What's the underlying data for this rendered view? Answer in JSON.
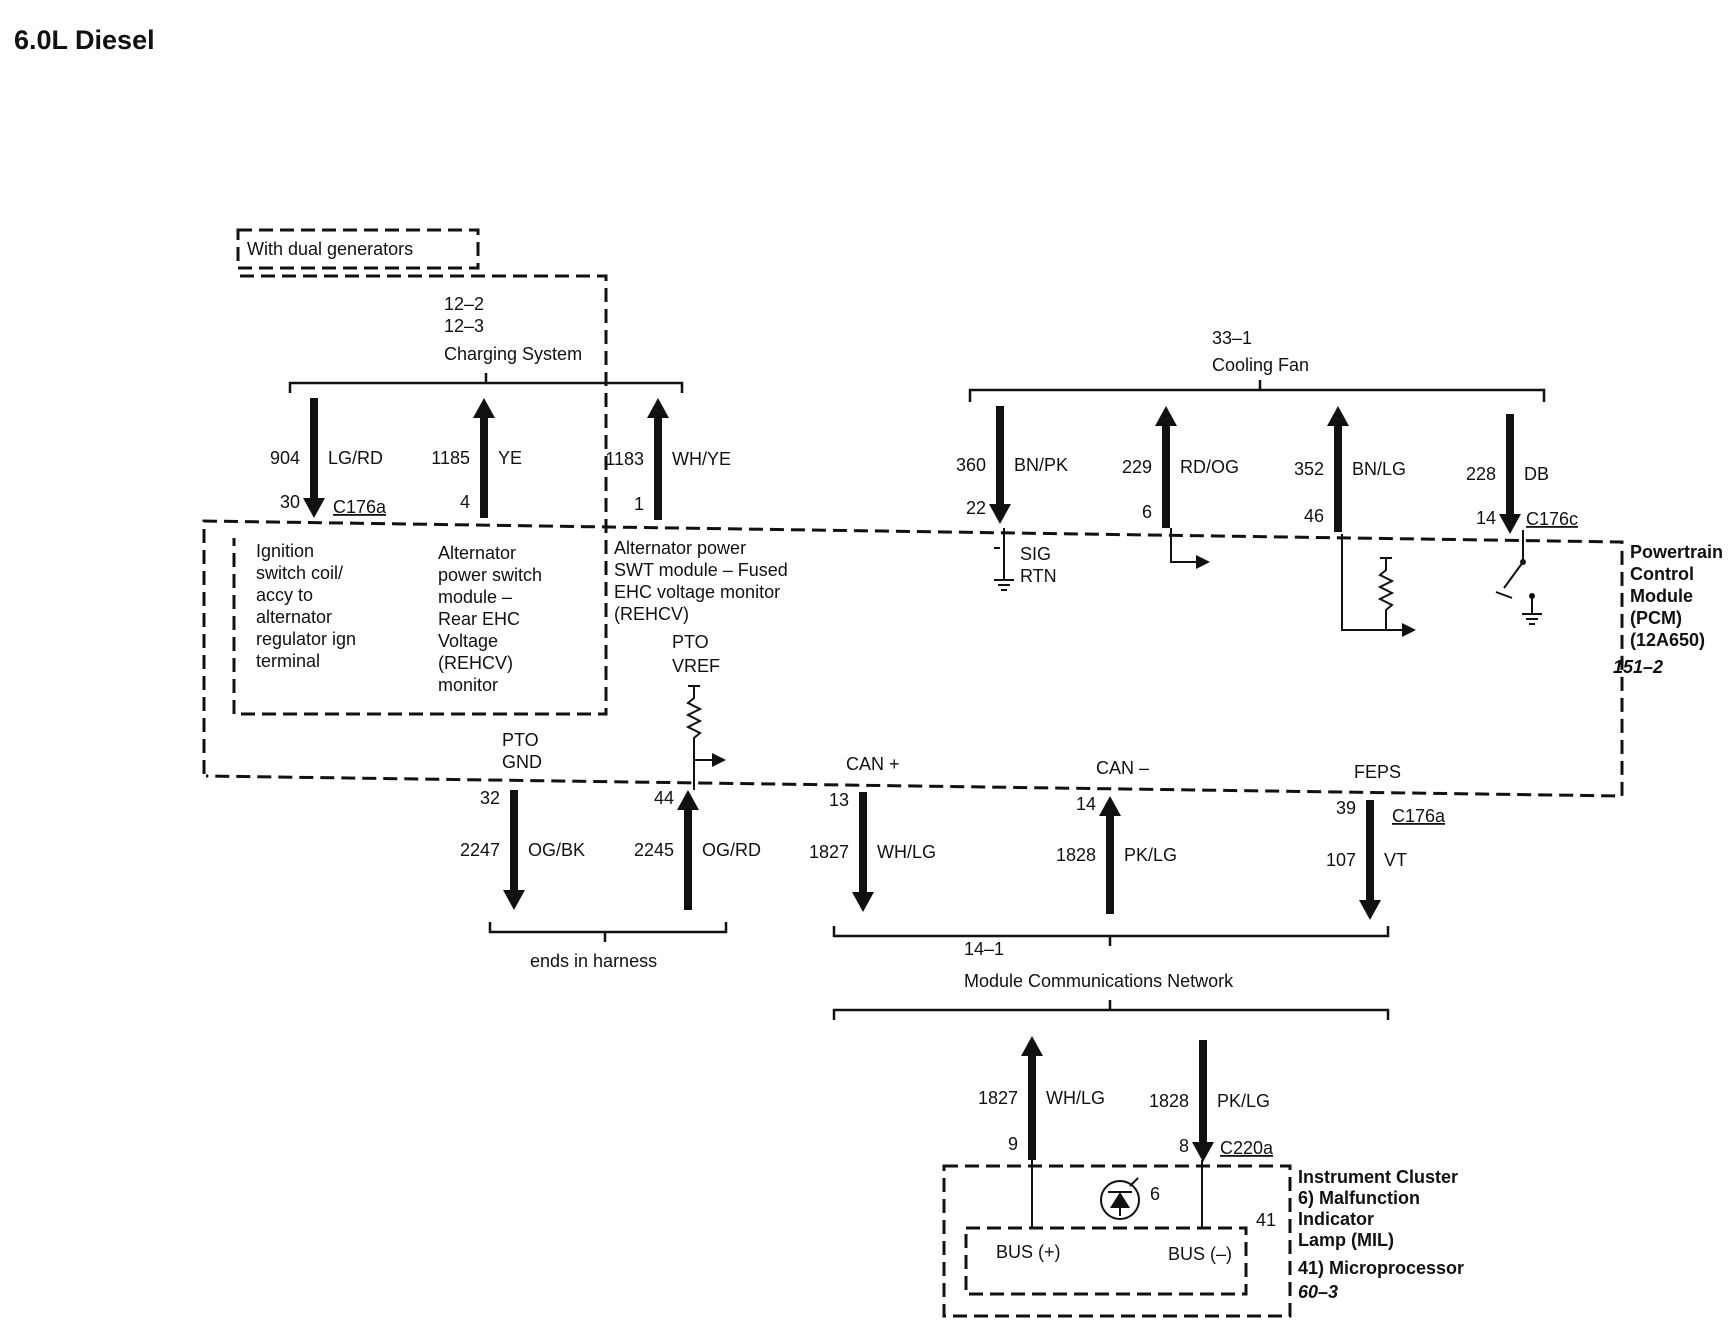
{
  "title": "6.0L Diesel",
  "boxes": {
    "dual_generators": "With dual generators",
    "pcm_lines": [
      "Powertrain",
      "Control",
      "Module",
      "(PCM)",
      "(12A650)"
    ],
    "pcm_ref": "151–2",
    "cluster_lines": [
      "Instrument Cluster",
      "6) Malfunction",
      "Indicator",
      "Lamp (MIL)",
      "41) Microprocessor"
    ],
    "cluster_ref": "60–3",
    "cluster_num_6": "6",
    "cluster_num_41": "41",
    "bus_plus": "BUS (+)",
    "bus_minus": "BUS (–)"
  },
  "groups": {
    "charging": [
      "12–2",
      "12–3",
      "Charging System"
    ],
    "cooling": [
      "33–1",
      "Cooling Fan"
    ],
    "network": [
      "14–1",
      "Module Communications Network"
    ],
    "harness": "ends in harness"
  },
  "connectors": {
    "c176a_top": "C176a",
    "c176c": "C176c",
    "c176a_bottom": "C176a",
    "c220a": "C220a"
  },
  "wires": [
    {
      "circuit": "904",
      "color": "LG/RD",
      "pin": "30",
      "dir": "down"
    },
    {
      "circuit": "1185",
      "color": "YE",
      "pin": "4",
      "dir": "up"
    },
    {
      "circuit": "1183",
      "color": "WH/YE",
      "pin": "1",
      "dir": "up"
    },
    {
      "circuit": "360",
      "color": "BN/PK",
      "pin": "22",
      "dir": "down"
    },
    {
      "circuit": "229",
      "color": "RD/OG",
      "pin": "6",
      "dir": "up"
    },
    {
      "circuit": "352",
      "color": "BN/LG",
      "pin": "46",
      "dir": "up"
    },
    {
      "circuit": "228",
      "color": "DB",
      "pin": "14",
      "dir": "down"
    },
    {
      "circuit": "2247",
      "color": "OG/BK",
      "pin": "32",
      "dir": "down"
    },
    {
      "circuit": "2245",
      "color": "OG/RD",
      "pin": "44",
      "dir": "up"
    },
    {
      "circuit": "1827",
      "color": "WH/LG",
      "pin": "13",
      "dir": "down"
    },
    {
      "circuit": "1828",
      "color": "PK/LG",
      "pin": "14",
      "dir": "up"
    },
    {
      "circuit": "107",
      "color": "VT",
      "pin": "39",
      "dir": "down"
    },
    {
      "circuit": "1827",
      "color": "WH/LG",
      "pin": "9",
      "dir": "up"
    },
    {
      "circuit": "1828",
      "color": "PK/LG",
      "pin": "8",
      "dir": "down"
    }
  ],
  "descriptions": {
    "ignition": [
      "Ignition",
      "switch coil/",
      "accy to",
      "alternator",
      "regulator ign",
      "terminal"
    ],
    "alternator_switch": [
      "Alternator",
      "power switch",
      "module –",
      "Rear EHC",
      "Voltage",
      "(REHCV)",
      "monitor"
    ],
    "alternator_power": [
      "Alternator power",
      "SWT module – Fused",
      "EHC voltage monitor",
      "(REHCV)"
    ],
    "sig_rtn": [
      "SIG",
      "RTN"
    ],
    "pto_vref": [
      "PTO",
      "VREF"
    ],
    "pto_gnd": [
      "PTO",
      "GND"
    ],
    "can_plus": "CAN +",
    "can_minus": "CAN –",
    "feps": "FEPS"
  }
}
